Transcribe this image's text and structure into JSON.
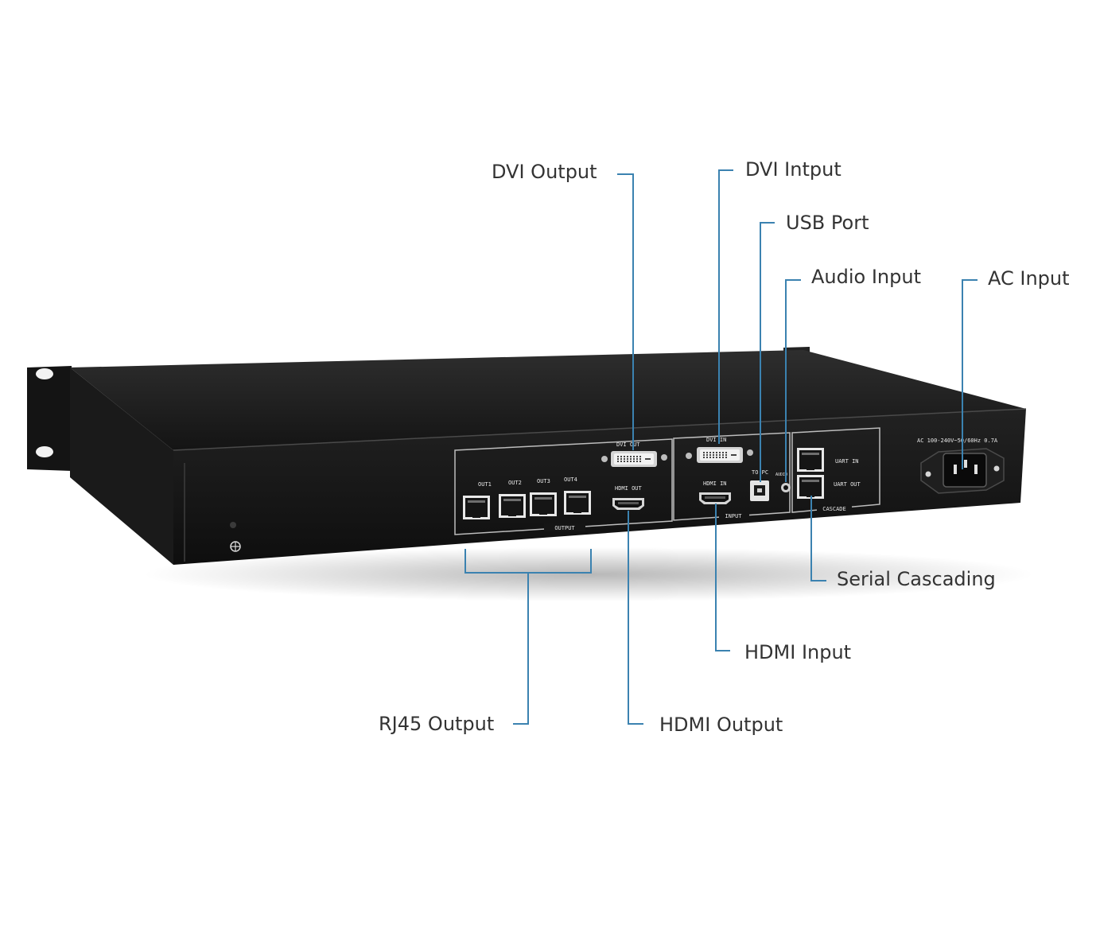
{
  "callouts": {
    "dvi_output": "DVI Output",
    "dvi_input": "DVI Intput",
    "usb_port": "USB Port",
    "audio_input": "Audio Input",
    "ac_input": "AC Input",
    "serial_cascading": "Serial Cascading",
    "hdmi_input": "HDMI Input",
    "rj45_output": "RJ45 Output",
    "hdmi_output": "HDMI Output"
  },
  "panel": {
    "out1": "OUT1",
    "out2": "OUT2",
    "out3": "OUT3",
    "out4": "OUT4",
    "output_group": "OUTPUT",
    "dvi_out": "DVI OUT",
    "hdmi_out": "HDMI OUT",
    "dvi_in": "DVI IN",
    "hdmi_in": "HDMI IN",
    "input_group": "INPUT",
    "to_pc": "TO PC",
    "audio": "AUDIO",
    "uart_in": "UART IN",
    "uart_out": "UART OUT",
    "cascade_group": "CASCADE",
    "ac_rating": "AC 100-240V~50/60Hz 0.7A"
  },
  "colors": {
    "leader_line": "#3b82b0",
    "label_text": "#333333",
    "chassis": "#1b1b1b"
  }
}
